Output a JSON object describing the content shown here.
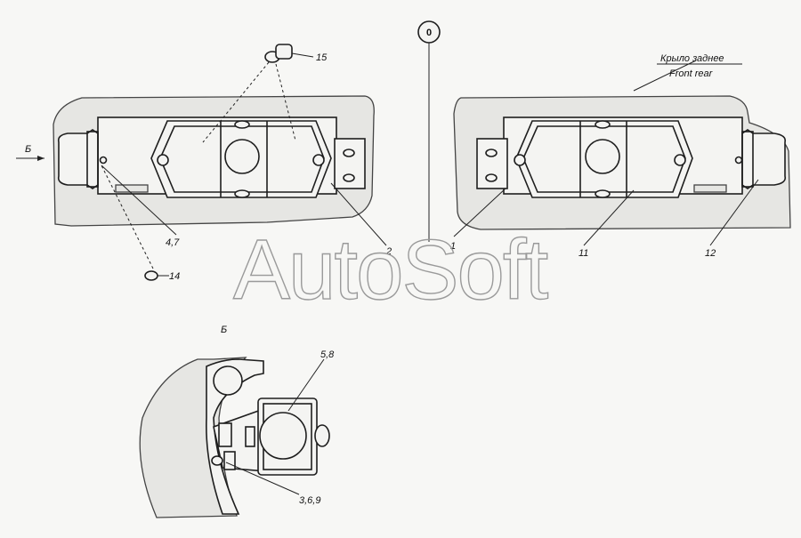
{
  "diagram": {
    "section_marker": "0",
    "view_marker": "Б",
    "view_title": "Б",
    "fender_label_ru": "Крыло заднее",
    "fender_label_en": "Front rear",
    "callouts": {
      "c15": "15",
      "c47": "4,7",
      "c14": "14",
      "c2": "2",
      "c1": "1",
      "c11": "11",
      "c12": "12",
      "c58": "5,8",
      "c369": "3,6,9"
    }
  },
  "watermark": "AutoSoft"
}
